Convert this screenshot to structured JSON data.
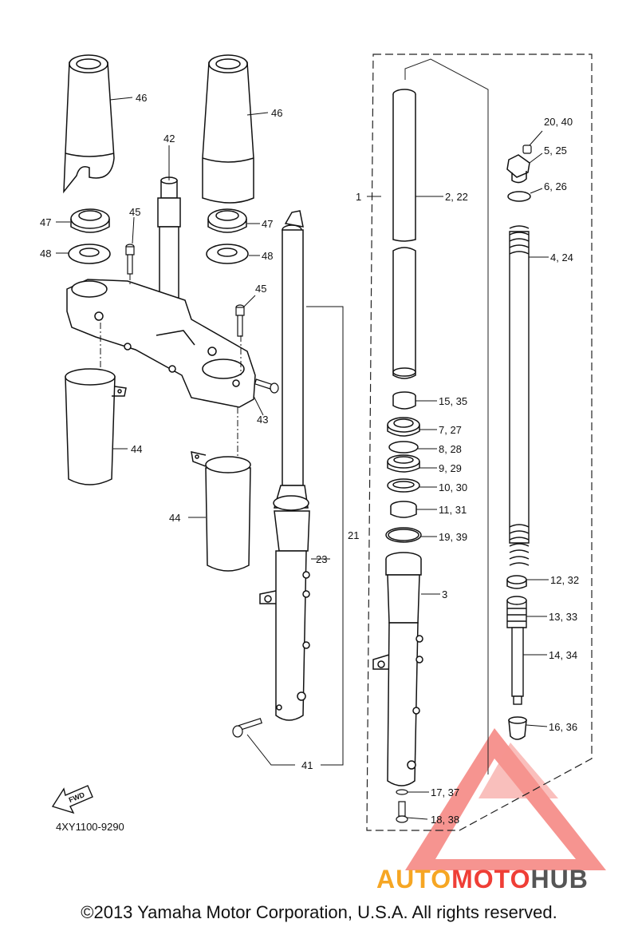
{
  "diagram": {
    "part_code": "4XY1100-9290",
    "copyright": "©2013 Yamaha Motor Corporation, U.S.A. All rights reserved.",
    "fwd_label": "FWD",
    "watermark": {
      "part1": "AUTO",
      "part2": "MOTO",
      "part3": "HUB",
      "color1": "#f6a623",
      "color2": "#ef3e36",
      "color3": "#555555"
    },
    "callouts": {
      "c46a": "46",
      "c46b": "46",
      "c42": "42",
      "c47a": "47",
      "c47b": "47",
      "c48a": "48",
      "c48b": "48",
      "c45a": "45",
      "c45b": "45",
      "c43": "43",
      "c44a": "44",
      "c44b": "44",
      "c21": "21",
      "c23": "23",
      "c41": "41",
      "c1": "1",
      "c2_22": "2, 22",
      "c15_35": "15, 35",
      "c7_27": "7, 27",
      "c8_28": "8, 28",
      "c9_29": "9, 29",
      "c10_30": "10, 30",
      "c11_31": "11, 31",
      "c19_39": "19, 39",
      "c3": "3",
      "c17_37": "17, 37",
      "c18_38": "18, 38",
      "c20_40": "20, 40",
      "c5_25": "5, 25",
      "c6_26": "6, 26",
      "c4_24": "4, 24",
      "c12_32": "12, 32",
      "c13_33": "13, 33",
      "c14_34": "14, 34",
      "c16_36": "16, 36"
    }
  }
}
